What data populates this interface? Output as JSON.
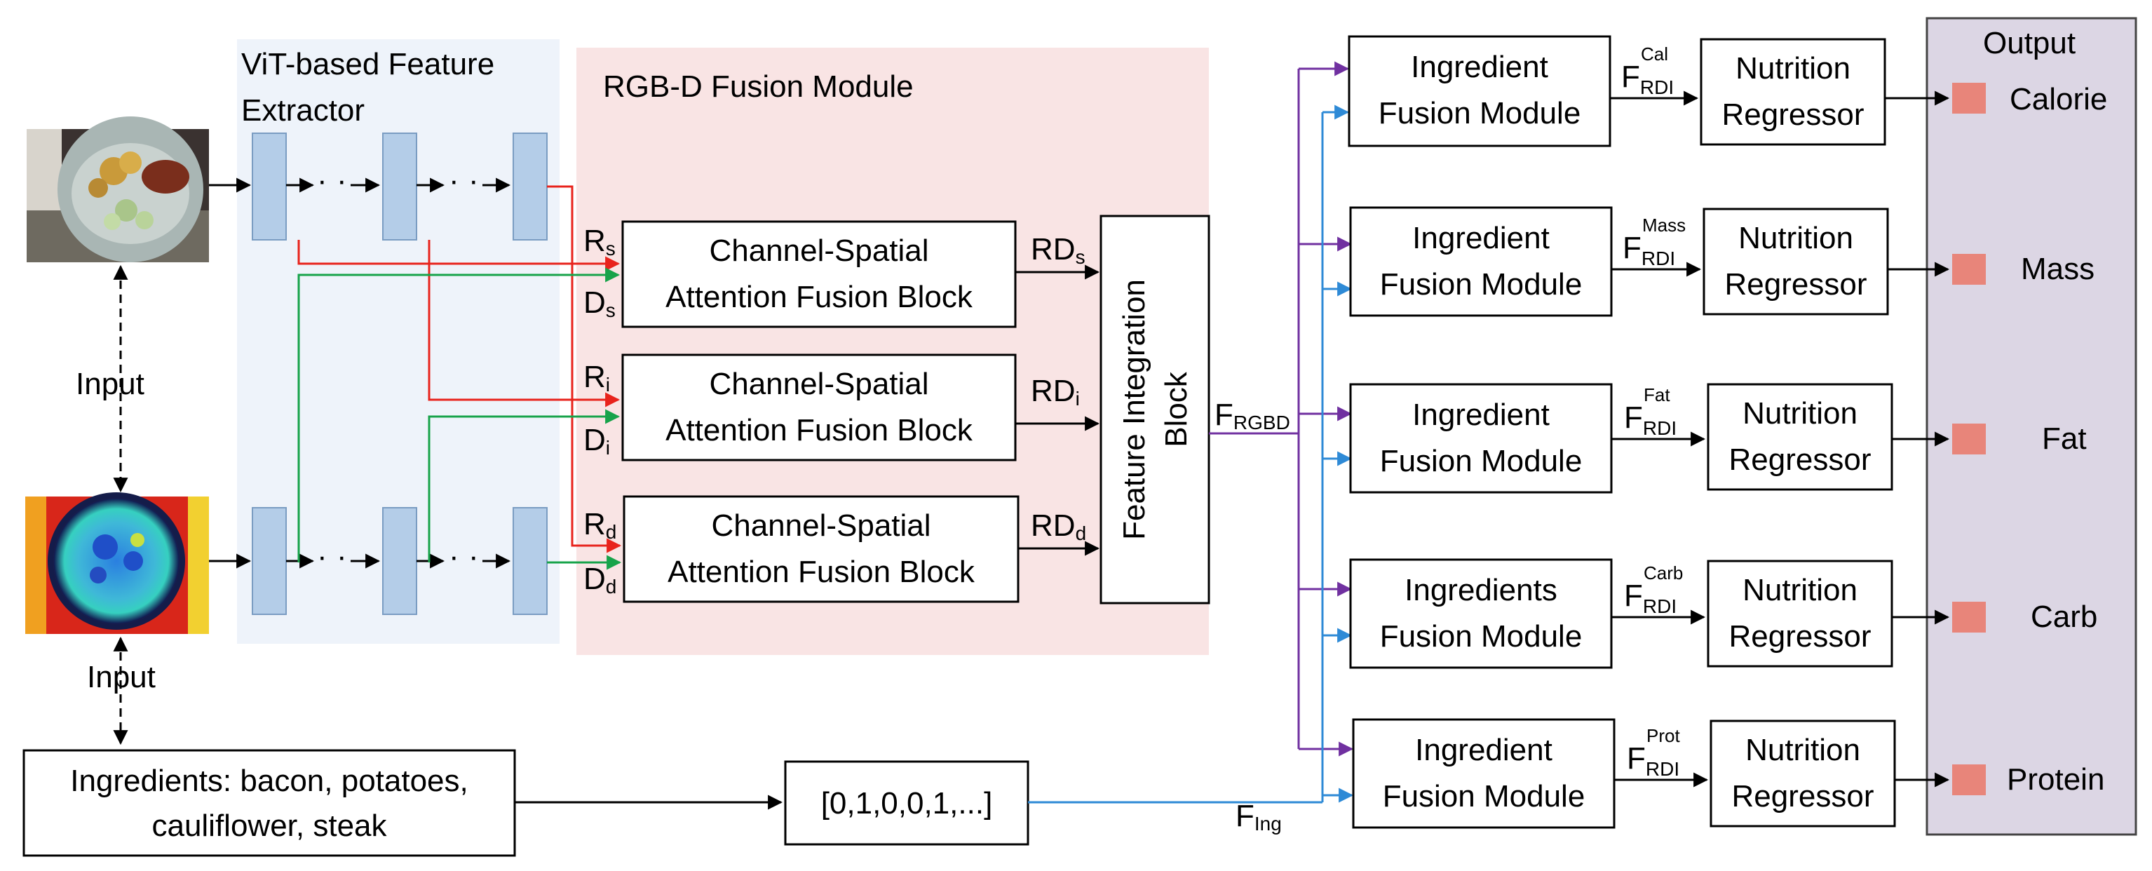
{
  "regions": {
    "vit_title_line1": "ViT-based Feature",
    "vit_title_line2": "Extractor",
    "fusion_title": "RGB-D Fusion Module",
    "output_title": "Output"
  },
  "inputs": {
    "input_label": "Input",
    "ingredients_line1": "Ingredients: bacon, potatoes,",
    "ingredients_line2": "cauliflower, steak",
    "ingredient_vector": "[0,1,0,0,1,...]"
  },
  "attention_blocks": [
    {
      "line1": "Channel-Spatial",
      "line2": "Attention Fusion Block",
      "r": "R",
      "d": "D",
      "sub": "s",
      "out": "RD"
    },
    {
      "line1": "Channel-Spatial",
      "line2": "Attention Fusion Block",
      "r": "R",
      "d": "D",
      "sub": "i",
      "out": "RD"
    },
    {
      "line1": "Channel-Spatial",
      "line2": "Attention Fusion Block",
      "r": "R",
      "d": "D",
      "sub": "d",
      "out": "RD"
    }
  ],
  "integration_block": {
    "line1": "Feature Integration",
    "line2": "Block"
  },
  "features": {
    "f_rgbd_main": "F",
    "f_rgbd_sub": "RGBD",
    "f_ing_main": "F",
    "f_ing_sub": "Ing"
  },
  "branches": [
    {
      "fusion_line1": "Ingredient",
      "fusion_line2": "Fusion Module",
      "feat_main": "F",
      "feat_sub": "RDI",
      "feat_sup": "Cal",
      "regressor_line1": "Nutrition",
      "regressor_line2": "Regressor",
      "output": "Calorie"
    },
    {
      "fusion_line1": "Ingredient",
      "fusion_line2": "Fusion Module",
      "feat_main": "F",
      "feat_sub": "RDI",
      "feat_sup": "Mass",
      "regressor_line1": "Nutrition",
      "regressor_line2": "Regressor",
      "output": "Mass"
    },
    {
      "fusion_line1": "Ingredient",
      "fusion_line2": "Fusion Module",
      "feat_main": "F",
      "feat_sub": "RDI",
      "feat_sup": "Fat",
      "regressor_line1": "Nutrition",
      "regressor_line2": "Regressor",
      "output": "Fat"
    },
    {
      "fusion_line1": "Ingredients",
      "fusion_line2": "Fusion Module",
      "feat_main": "F",
      "feat_sub": "RDI",
      "feat_sup": "Carb",
      "regressor_line1": "Nutrition",
      "regressor_line2": "Regressor",
      "output": "Carb"
    },
    {
      "fusion_line1": "Ingredient",
      "fusion_line2": "Fusion Module",
      "feat_main": "F",
      "feat_sub": "RDI",
      "feat_sup": "Prot",
      "regressor_line1": "Nutrition",
      "regressor_line2": "Regressor",
      "output": "Protein"
    }
  ],
  "colors": {
    "vit_region": "#eef3fa",
    "fusion_region": "#f9e4e4",
    "output_region": "#dcd6e4",
    "token": "#b4cde8",
    "red_path": "#e8231c",
    "green_path": "#17a34a",
    "purple_path": "#7030a0",
    "blue_path": "#2e8ad6",
    "output_square": "#e8857a"
  }
}
